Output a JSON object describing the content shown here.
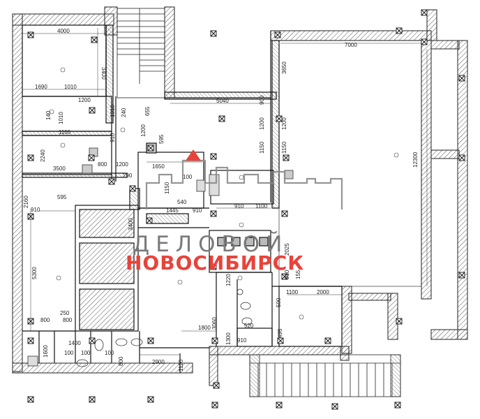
{
  "watermark": {
    "line1": "ДЕЛОВОЙ",
    "line2": "НОВОСИБИРСК",
    "colors": {
      "gray": "#7a7a7a",
      "red": "#e8433a"
    }
  },
  "dimensions": {
    "d4000": "4000",
    "d3400": "3400",
    "d1690": "1690",
    "d1010a": "1010",
    "d1200a": "1200",
    "d140": "140",
    "d1010b": "1010",
    "d1100": "1100",
    "d2240": "2240",
    "d3500": "3500",
    "d800a": "800",
    "d1200b": "1200",
    "d290": "290",
    "d910a": "910",
    "d240": "240",
    "d1010c": "1010",
    "d655": "655",
    "d1200c": "1200",
    "d595a": "595",
    "d5040": "5040",
    "d900": "900",
    "d1200d": "1200",
    "d1150a": "1150",
    "d7000": "7000",
    "d3650": "3650",
    "d1200e": "1200",
    "d1150b": "1150",
    "d12300": "12300",
    "d1650": "1650",
    "d1150c": "1150",
    "d100": "100",
    "d540": "540",
    "d1445": "1445",
    "d910b": "910",
    "d910c": "910",
    "d1100b": "1100",
    "d2160": "2160",
    "d595b": "595",
    "d910d": "910",
    "d3400b": "3400",
    "d5300": "5300",
    "d2025": "2025",
    "d1220": "1220",
    "d910e": "910",
    "d155": "155",
    "d1100c": "1100",
    "d2000": "2000",
    "d500": "500",
    "d250": "250",
    "d800b": "800",
    "d800c": "800",
    "d1800": "1800",
    "d3060": "3060",
    "d520": "520",
    "d1300": "1300",
    "d910f": "910",
    "d495": "495",
    "d1400": "1400",
    "d100b": "100",
    "d800d": "800",
    "d100c": "100",
    "d2900": "2900",
    "d1120": "1120",
    "d1600": "1600",
    "d100d": "100"
  }
}
